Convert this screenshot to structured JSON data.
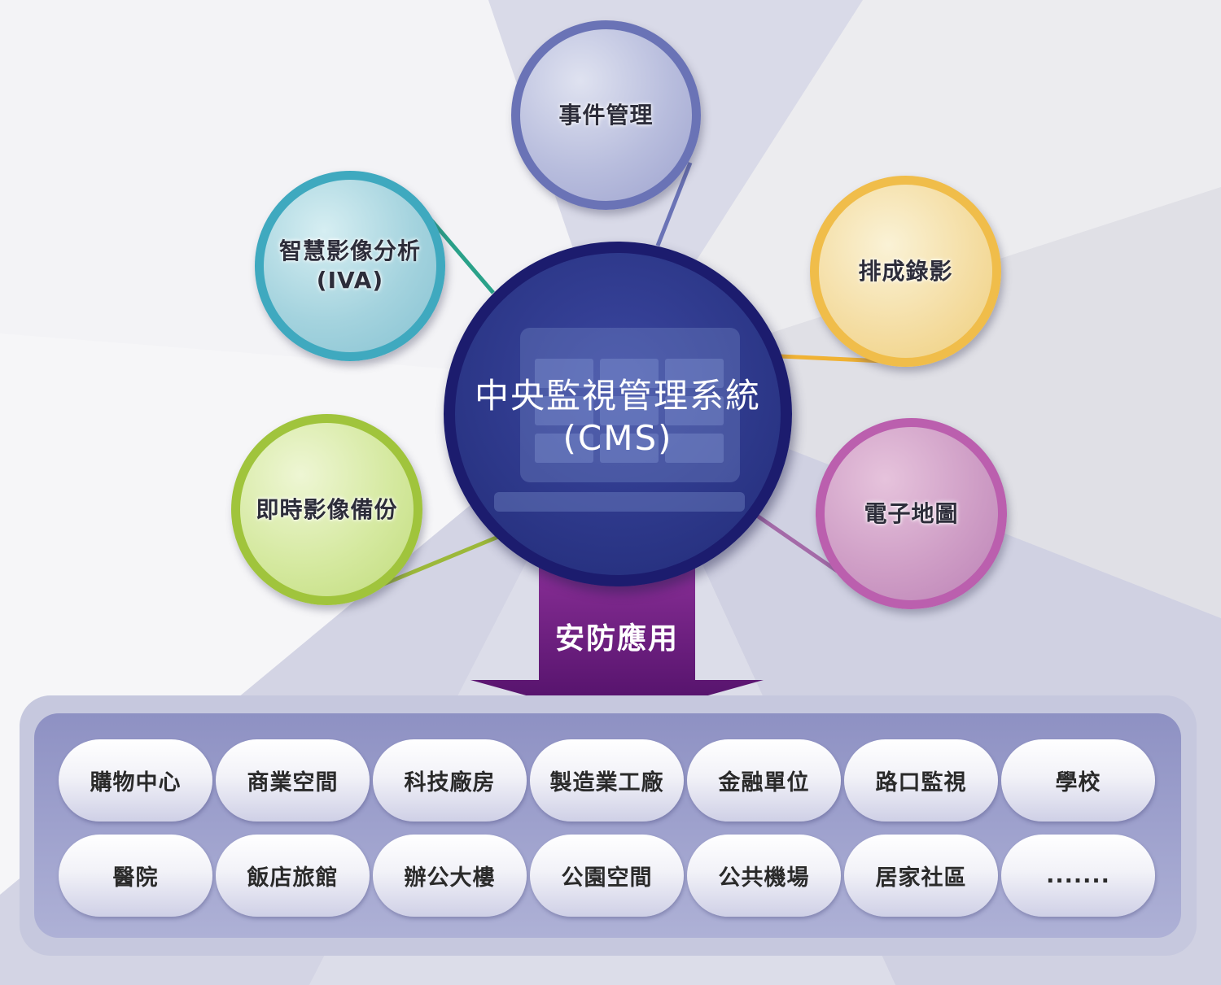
{
  "center": {
    "title": "中央監視管理系統",
    "subtitle": "(CMS)"
  },
  "features": [
    {
      "label": "事件管理",
      "line2": ""
    },
    {
      "label": "智慧影像分析",
      "line2": "(IVA)"
    },
    {
      "label": "排成錄影",
      "line2": ""
    },
    {
      "label": "即時影像備份",
      "line2": ""
    },
    {
      "label": "電子地圖",
      "line2": ""
    }
  ],
  "arrow": {
    "label": "安防應用"
  },
  "applications": [
    "購物中心",
    "商業空間",
    "科技廠房",
    "製造業工廠",
    "金融單位",
    "路口監視",
    "學校",
    "醫院",
    "飯店旅館",
    "辦公大樓",
    "公園空間",
    "公共機場",
    "居家社區",
    "......."
  ],
  "colors": {
    "center": "#1c1c6e",
    "event": "#6a73b6",
    "iva": "#3fa9bf",
    "schedule": "#f0bd4a",
    "backup": "#a0c43c",
    "emap": "#bb5fae",
    "arrow": "#6e1f7e"
  }
}
